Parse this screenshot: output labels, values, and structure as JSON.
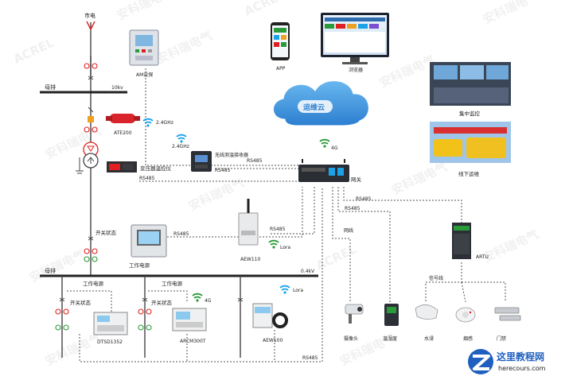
{
  "watermark": {
    "text": "安科瑞电气",
    "brand": "ACREL"
  },
  "labels": {
    "utility": "市电",
    "bus_hv": "母排",
    "bus_lv": "母排",
    "kv10": "10kv",
    "kv04": "0.4kV",
    "am_relay": "AM设保",
    "ate200": "ATE200",
    "wifi_24_a": "2.4GHz",
    "wifi_24_b": "2.4GHz",
    "wireless_receiver": "无线测温接收器",
    "transformer_temp": "变压器温控仪",
    "rs485_a": "RS485",
    "rs485_b": "RS485",
    "rs485_c": "RS485",
    "rs485_d": "RS485",
    "rs485_e": "RS485",
    "rs485_f": "RS485",
    "rs485_g": "RS485",
    "rs485_h": "RS485",
    "switch_state_top": "开关状态",
    "working_power_mid": "工作电源",
    "aew110": "AEW110",
    "lora_a": "Lora",
    "lora_b": "Lora",
    "app": "APP",
    "browser": "浏览器",
    "cloud": "运维云",
    "g4_a": "4G",
    "g4_b": "4G",
    "gateway": "网关",
    "central_monitor": "集中监控",
    "offline_ops": "线下运维",
    "network_cable": "网线",
    "artu": "ARTU",
    "signal_line": "信号线",
    "working_power_l1": "工作电源",
    "working_power_l2": "工作电源",
    "switch_state_l1": "开关状态",
    "switch_state_l2": "开关状态",
    "dts": "DTSD1352",
    "arcm": "ARCM300T",
    "aew100": "AEW100",
    "camera": "摄像头",
    "temp_hum": "温湿度",
    "water": "水浸",
    "smoke": "烟感",
    "door": "门禁",
    "logo_title": "这里教程网",
    "logo_url": "herecours.com"
  },
  "colors": {
    "line": "#444444",
    "red": "#e02020",
    "green": "#2a9a3a",
    "cloud": "#3a8fd8",
    "wifi": "#1aa3e8",
    "logo_blue": "#1f5fbf"
  }
}
